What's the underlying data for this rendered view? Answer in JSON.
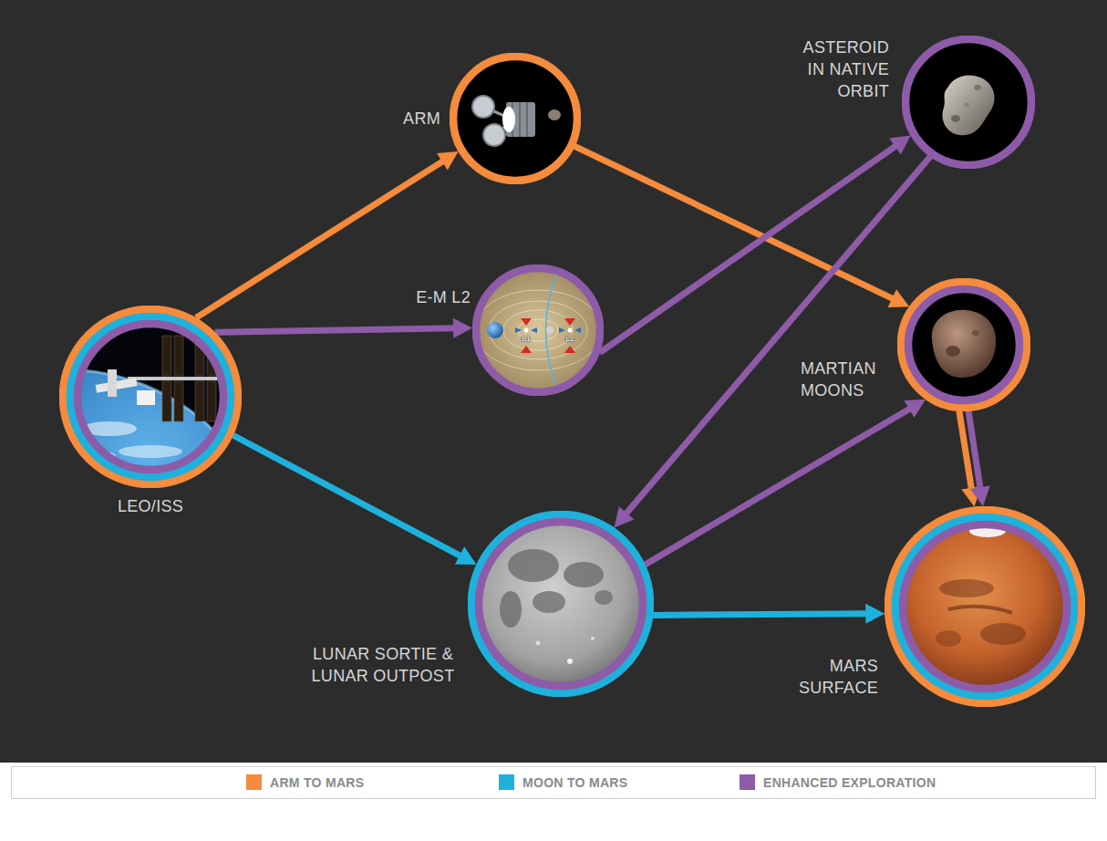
{
  "diagram": {
    "nodes": [
      {
        "text": [
          "LEO/ISS"
        ]
      },
      {
        "text": [
          "ARM"
        ]
      },
      {
        "text": [
          "E-M L2"
        ]
      },
      {
        "text": [
          "ASTEROID IN NATIVE ORBIT"
        ]
      },
      {
        "text": [
          "MARTIAN MOONS"
        ]
      },
      {
        "text": [
          "LUNAR SORTIE & LUNAR OUTPOST"
        ]
      },
      {
        "text": [
          "MARS SURFACE"
        ]
      }
    ],
    "edges": [
      {
        "from": 0,
        "to": 1,
        "arrow": "to"
      },
      {
        "from": 0,
        "to": 2,
        "arrow": "to"
      },
      {
        "from": 0,
        "to": 5,
        "arrow": "to"
      },
      {
        "from": 1,
        "to": 4,
        "arrow": "to"
      },
      {
        "from": 2,
        "to": 3,
        "arrow": "to"
      },
      {
        "from": 3,
        "to": 5,
        "arrow": "to"
      },
      {
        "from": 5,
        "to": 4,
        "arrow": "to"
      },
      {
        "from": 4,
        "to": 6,
        "arrow": "to"
      },
      {
        "from": 4,
        "to": 6,
        "arrow": "to"
      },
      {
        "from": 5,
        "to": 6,
        "arrow": "to"
      }
    ],
    "labels": [
      "L1",
      "L2"
    ],
    "legend": [
      {
        "text": "ARM TO MARS",
        "color": "#f58b3c"
      },
      {
        "text": "MOON TO MARS",
        "color": "#1eb1dc"
      },
      {
        "text": "ENHANCED EXPLORATION",
        "color": "#8e5ba8"
      }
    ]
  }
}
